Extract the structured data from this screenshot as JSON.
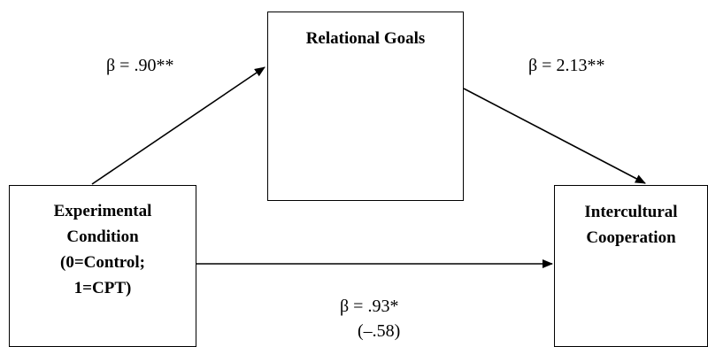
{
  "diagram": {
    "relational_goals": {
      "label": "Relational Goals"
    },
    "experimental_condition": {
      "lines": [
        "Experimental",
        "Condition",
        "(0=Control;",
        "1=CPT)"
      ]
    },
    "intercultural_cooperation": {
      "lines": [
        "Intercultural",
        "Cooperation"
      ]
    },
    "path_a": {
      "label": "β = .90**"
    },
    "path_b": {
      "label": "β = 2.13**"
    },
    "path_c": {
      "label": "β = .93*",
      "sublabel": "(–.58)"
    }
  }
}
